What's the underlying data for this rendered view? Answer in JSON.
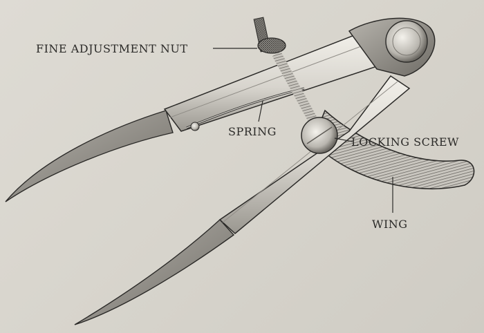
{
  "diagram": {
    "subject": "wing divider calipers",
    "labels": {
      "fine_adjustment_nut": "FINE ADJUSTMENT NUT",
      "spring": "SPRING",
      "locking_screw": "LOCKING SCREW",
      "wing": "WING"
    }
  },
  "colors": {
    "paper": "#d9d6cf",
    "ink": "#2b2a28",
    "metal_light": "#e9e6df",
    "metal_shade": "#8f8c86"
  }
}
